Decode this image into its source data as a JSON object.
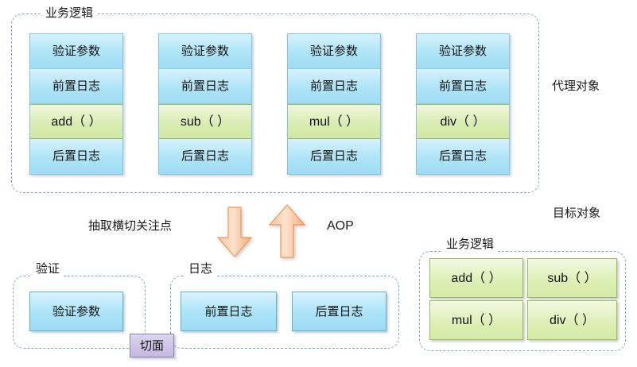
{
  "diagram": {
    "title_top_container": "业务逻辑",
    "proxy_object_caption": "代理对象",
    "target_object_caption": "目标对象",
    "target_business_logic_label": "业务逻辑",
    "extract_caption": "抽取横切关注点",
    "aop_caption": "AOP",
    "validate_container_label": "验证",
    "log_container_label": "日志",
    "aspect_badge": "切面"
  },
  "proxy_stacks": [
    {
      "name": "add",
      "rows": [
        {
          "text": "验证参数",
          "kind": "blue"
        },
        {
          "text": "前置日志",
          "kind": "blue"
        },
        {
          "text": "add（ ）",
          "kind": "green"
        },
        {
          "text": "后置日志",
          "kind": "blue"
        }
      ]
    },
    {
      "name": "sub",
      "rows": [
        {
          "text": "验证参数",
          "kind": "blue"
        },
        {
          "text": "前置日志",
          "kind": "blue"
        },
        {
          "text": "sub（ ）",
          "kind": "green"
        },
        {
          "text": "后置日志",
          "kind": "blue"
        }
      ]
    },
    {
      "name": "mul",
      "rows": [
        {
          "text": "验证参数",
          "kind": "blue"
        },
        {
          "text": "前置日志",
          "kind": "blue"
        },
        {
          "text": "mul（ ）",
          "kind": "green"
        },
        {
          "text": "后置日志",
          "kind": "blue"
        }
      ]
    },
    {
      "name": "div",
      "rows": [
        {
          "text": "验证参数",
          "kind": "blue"
        },
        {
          "text": "前置日志",
          "kind": "blue"
        },
        {
          "text": "div（ ）",
          "kind": "green"
        },
        {
          "text": "后置日志",
          "kind": "blue"
        }
      ]
    }
  ],
  "validate_group": {
    "label": "验证",
    "chips": [
      "验证参数"
    ]
  },
  "log_group": {
    "label": "日志",
    "chips": [
      "前置日志",
      "后置日志"
    ]
  },
  "target_methods": [
    "add（ ）",
    "sub（ ）",
    "mul（ ）",
    "div（ ）"
  ],
  "arrows": [
    {
      "name": "extract-down-arrow",
      "direction": "down",
      "color": "#f5b183"
    },
    {
      "name": "aop-up-arrow",
      "direction": "up",
      "color": "#f5b183"
    }
  ],
  "colors": {
    "dashed_border": "#8ea4c8",
    "blue_fill": "#aee4f7",
    "blue_border": "#57b6d6",
    "green_fill": "#d9ecb0",
    "green_border": "#9bbd5f",
    "purple_fill": "#cdc2e6",
    "arrow_fill": "#f5b183",
    "text": "#1a1a1a"
  }
}
